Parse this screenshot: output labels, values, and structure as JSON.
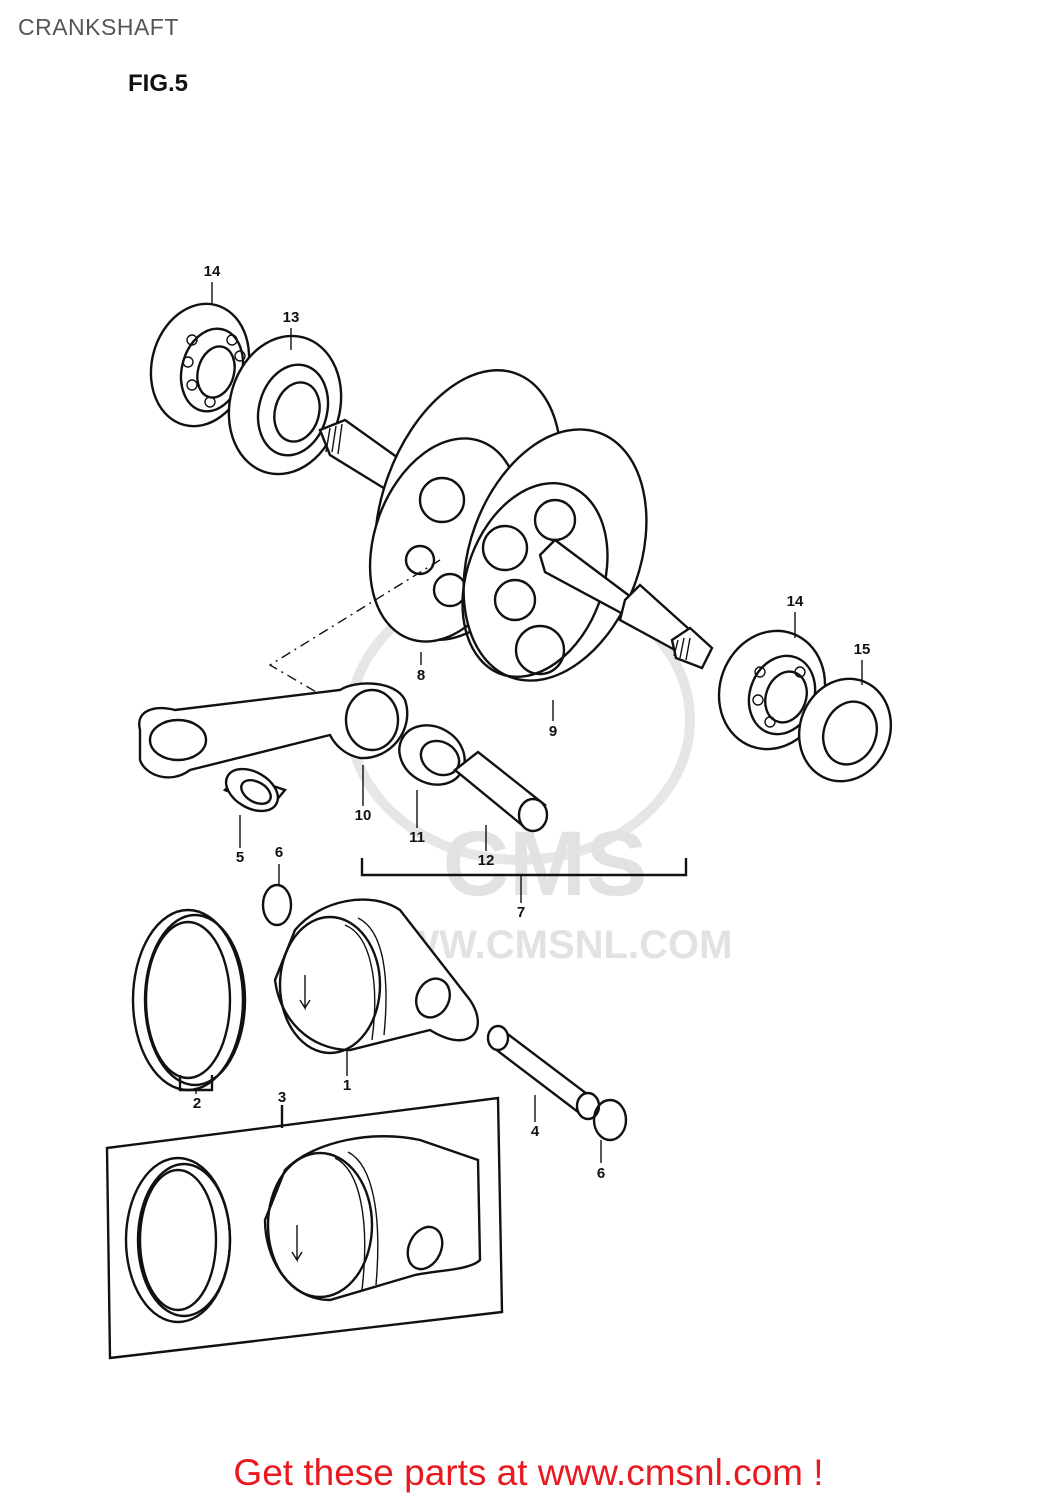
{
  "header": {
    "title": "CRANKSHAFT",
    "figure": "FIG.5"
  },
  "callouts": {
    "c1": "1",
    "c2": "2",
    "c3": "3",
    "c4": "4",
    "c5": "5",
    "c6a": "6",
    "c6b": "6",
    "c7": "7",
    "c8": "8",
    "c9": "9",
    "c10": "10",
    "c11": "11",
    "c12": "12",
    "c13": "13",
    "c14a": "14",
    "c14b": "14",
    "c15": "15"
  },
  "watermark": {
    "logo": "CMS",
    "url": "WWW.CMSNL.COM"
  },
  "footer": {
    "link_text": "Get these parts at www.cmsnl.com !",
    "color": "#e8191f"
  }
}
